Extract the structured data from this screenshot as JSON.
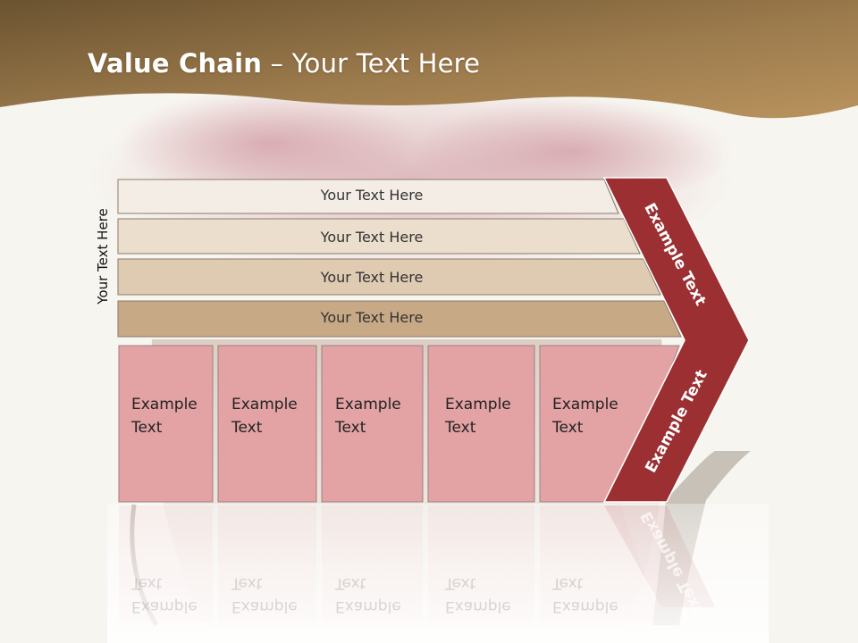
{
  "slide": {
    "title_bold": "Value Chain",
    "title_rest": " – Your Text Here",
    "vertical_label": "Your Text Here",
    "rows": [
      "Your Text Here",
      "Your Text Here",
      "Your Text Here",
      "Your Text Here"
    ],
    "boxes": [
      {
        "line1": "Example",
        "line2": "Text"
      },
      {
        "line1": "Example",
        "line2": "Text"
      },
      {
        "line1": "Example",
        "line2": "Text"
      },
      {
        "line1": "Example",
        "line2": "Text"
      },
      {
        "line1": "Example",
        "line2": "Text"
      }
    ],
    "chevron_top": "Example Text",
    "chevron_bottom": "Example Text"
  },
  "colors": {
    "header": "#8a6840",
    "chevron": "#9b2f32",
    "box": "#e3a2a4",
    "row1": "#f4ede6",
    "row2": "#ebdecd",
    "row3": "#dfcab2",
    "row4": "#c8a985"
  }
}
